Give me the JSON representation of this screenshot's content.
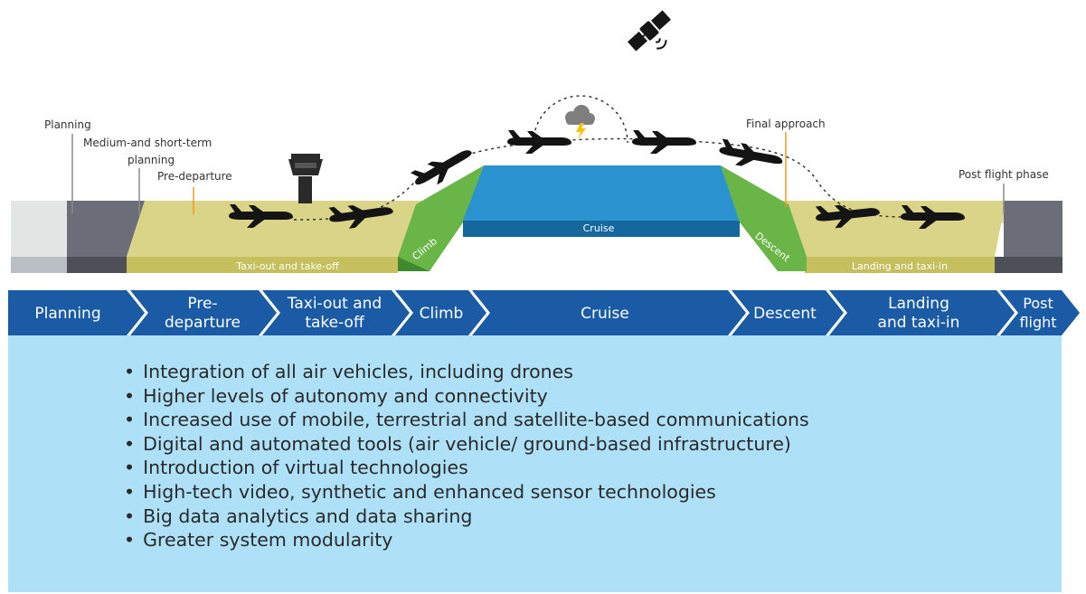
{
  "upper_labels": {
    "planning": "Planning",
    "medium_short_term_1": "Medium-and short-term",
    "medium_short_term_2": "planning",
    "pre_departure": "Pre-departure",
    "final_approach": "Final approach",
    "post_flight_phase": "Post flight phase"
  },
  "strip_labels": {
    "taxi_out": "Taxi-out and take-off",
    "climb": "Climb",
    "cruise": "Cruise",
    "descent": "Descent",
    "landing": "Landing and taxi-in"
  },
  "phases": [
    {
      "lines": [
        "Planning"
      ]
    },
    {
      "lines": [
        "Pre-",
        "departure"
      ]
    },
    {
      "lines": [
        "Taxi-out and",
        "take-off"
      ]
    },
    {
      "lines": [
        "Climb"
      ]
    },
    {
      "lines": [
        "Cruise"
      ]
    },
    {
      "lines": [
        "Descent"
      ]
    },
    {
      "lines": [
        "Landing",
        "and taxi-in"
      ]
    },
    {
      "lines": [
        "Post",
        "flight"
      ]
    }
  ],
  "bullets": [
    "Integration of all air vehicles, including drones",
    "Higher levels of autonomy and connectivity",
    "Increased use of mobile, terrestrial and satellite-based communications",
    "Digital and automated tools (air vehicle/ ground-based infrastructure)",
    "Introduction of virtual technologies",
    "High-tech video, synthetic and enhanced sensor technologies",
    "Big data analytics and data sharing",
    "Greater system modularity"
  ],
  "colors": {
    "planning_block": "#e4e6e6",
    "grey_block": "#6b6e78",
    "tan_block": "#d9d487",
    "green": "#6ab547",
    "cruise_blue": "#2a93cf",
    "chevron_blue": "#1b5aa5",
    "bullet_bg": "#aee0f7",
    "marker_orange": "#f39a1e"
  },
  "icons": [
    "satellite-icon",
    "control-tower-icon",
    "storm-cloud-icon",
    "airplane-icon"
  ]
}
